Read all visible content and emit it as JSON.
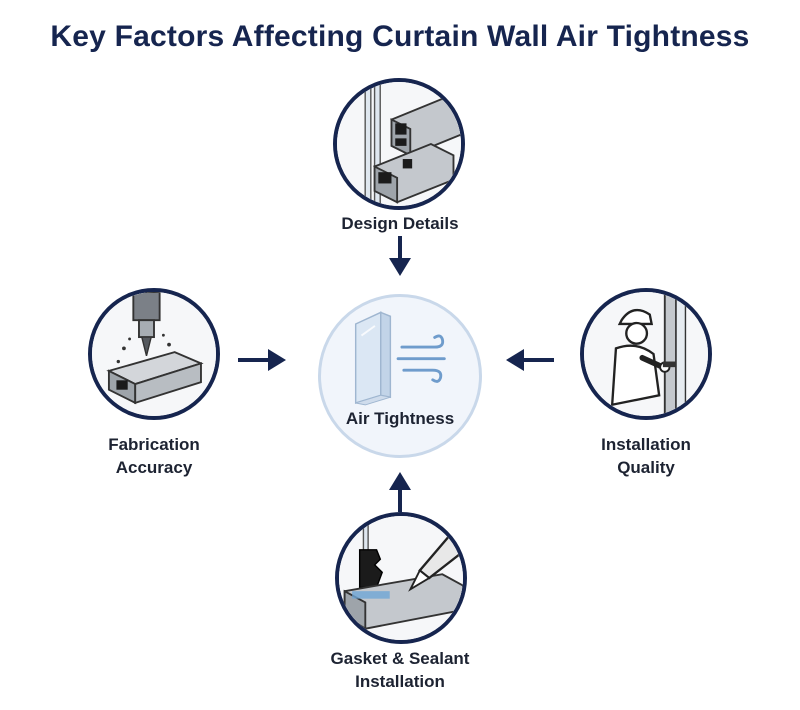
{
  "title": "Key Factors Affecting Curtain Wall Air Tightness",
  "center": {
    "label": "Air Tightness",
    "icon": "glass-panel-wind-icon"
  },
  "factors": [
    {
      "id": "top",
      "lines": [
        "Design Details"
      ],
      "icon": "aluminum-profile-icon"
    },
    {
      "id": "left",
      "lines": [
        "Fabrication",
        "Accuracy"
      ],
      "icon": "drill-machining-icon"
    },
    {
      "id": "right",
      "lines": [
        "Installation",
        "Quality"
      ],
      "icon": "installer-worker-icon"
    },
    {
      "id": "bottom",
      "lines": [
        "Gasket & Sealant",
        "Installation"
      ],
      "icon": "sealant-gun-gasket-icon"
    }
  ],
  "colors": {
    "navy": "#16254f",
    "text": "#1d2332",
    "center_fill": "#f1f5fb",
    "center_ring": "#c9d8ea",
    "wind": "#6f9ccc"
  }
}
